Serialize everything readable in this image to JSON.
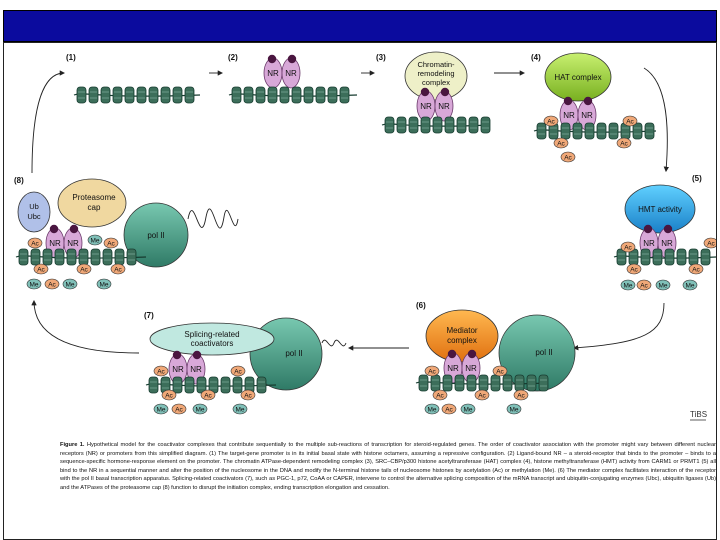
{
  "steps": [
    {
      "id": "step-1",
      "label": "(1)"
    },
    {
      "id": "step-2",
      "label": "(2)"
    },
    {
      "id": "step-3",
      "label": "(3)"
    },
    {
      "id": "step-4",
      "label": "(4)"
    },
    {
      "id": "step-5",
      "label": "(5)"
    },
    {
      "id": "step-6",
      "label": "(6)"
    },
    {
      "id": "step-7",
      "label": "(7)"
    },
    {
      "id": "step-8",
      "label": "(8)"
    }
  ],
  "labels": {
    "nr": "NR",
    "ac": "Ac",
    "me": "Me",
    "chromatin_remodeling": [
      "Chromatin-",
      "remodeling",
      "complex"
    ],
    "hat_complex": "HAT complex",
    "hmt_activity": "HMT activity",
    "mediator_complex": [
      "Mediator",
      "complex"
    ],
    "pol_ii": "pol II",
    "splicing": [
      "Splicing-related",
      "coactivators"
    ],
    "proteasome": [
      "Proteasome",
      "cap"
    ],
    "ub": "Ub",
    "ubc": "Ubc",
    "journal_mark": "TiBS"
  },
  "caption": {
    "figure_label": "Figure 1.",
    "text": "Hypothetical model for the coactivator complexes that contribute sequentially to the multiple sub-reactions of transcription for steroid-regulated genes. The order of coactivator association with the promoter might vary between different nuclear receptors (NR) or promoters from this simplified diagram. (1) The target-gene promoter is in its initial basal state with histone octamers, assuming a repressive configuration. (2) Ligand-bound NR – a steroid-receptor that binds to the promoter – binds to a sequence-specific hormone-response element on the promoter. The chromatin ATPase-dependent remodeling complex (3), SRC–CBP/p300 histone acetyltransferase (HAT) complex (4), histone methyltransferase (HMT) activity from CARM1 or PRMT1 (5) all bind to the NR in a sequential manner and alter the position of the nucleosome in the DNA and modify the N-terminal histone tails of nucleosome histones by acetylation (Ac) or methylation (Me). (6) The mediator complex facilitates interaction of the receptor with the pol II basal transcription apparatus. Splicing-related coactivators (7), such as PGC-1, p72, CoAA or CAPER, intervene to control the alternative splicing composition of the mRNA transcript and ubiquitin-conjugating enzymes (Ubc), ubiquitin ligases (Ub) and the ATPases of the proteasome cap (8) function to disrupt the initiation complex, ending transcription elongation and cessation."
  },
  "colors": {
    "banner": "#0b0b9e",
    "nucleosome": "#3c6e5a",
    "nr": "#d8a8d8",
    "chromatin": "#eef0c8",
    "hat": "#a8d840",
    "hmt": "#30a8e8",
    "mediator": "#f09020",
    "pol_ii": "#50a890",
    "splicing": "#c0e8e0",
    "proteasome": "#f0d8a0",
    "ub": "#b0c0e8",
    "ac": "#f0a878",
    "me": "#80c0b8"
  }
}
